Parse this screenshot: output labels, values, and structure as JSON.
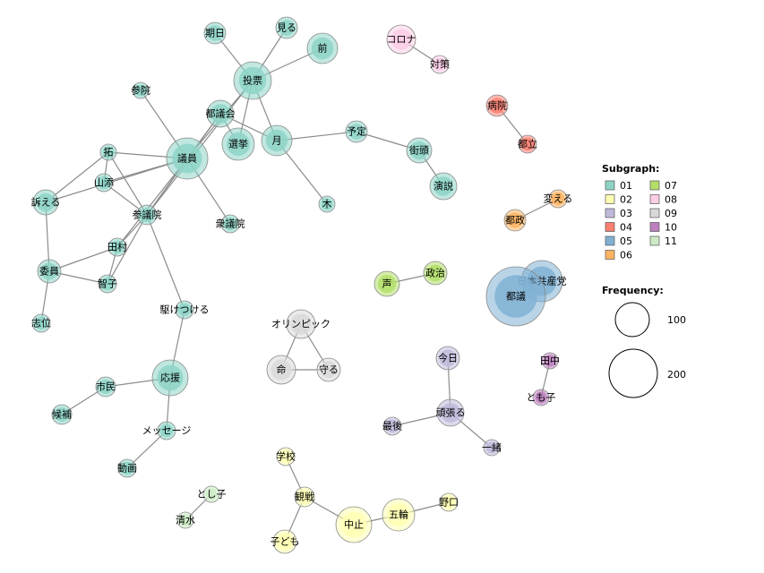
{
  "legend": {
    "subgraph_title": "Subgraph:",
    "frequency_title": "Frequency:",
    "groups": [
      {
        "id": "01",
        "color": "#8dd3c7"
      },
      {
        "id": "02",
        "color": "#ffffb3"
      },
      {
        "id": "03",
        "color": "#bebada"
      },
      {
        "id": "04",
        "color": "#fb8072"
      },
      {
        "id": "05",
        "color": "#80b1d3"
      },
      {
        "id": "06",
        "color": "#fdb462"
      },
      {
        "id": "07",
        "color": "#b3de69"
      },
      {
        "id": "08",
        "color": "#fccde5"
      },
      {
        "id": "09",
        "color": "#d9d9d9"
      },
      {
        "id": "10",
        "color": "#bc80bd"
      },
      {
        "id": "11",
        "color": "#ccebc5"
      }
    ],
    "frequency_samples": [
      "100",
      "200"
    ]
  },
  "nodes": [
    {
      "label": "期日",
      "group": "01"
    },
    {
      "label": "見る",
      "group": "01"
    },
    {
      "label": "前",
      "group": "01"
    },
    {
      "label": "投票",
      "group": "01"
    },
    {
      "label": "参院",
      "group": "01"
    },
    {
      "label": "都議会",
      "group": "01"
    },
    {
      "label": "拓",
      "group": "01"
    },
    {
      "label": "選挙",
      "group": "01"
    },
    {
      "label": "月",
      "group": "01"
    },
    {
      "label": "予定",
      "group": "01"
    },
    {
      "label": "議員",
      "group": "01"
    },
    {
      "label": "街頭",
      "group": "01"
    },
    {
      "label": "山添",
      "group": "01"
    },
    {
      "label": "訴える",
      "group": "01"
    },
    {
      "label": "演説",
      "group": "01"
    },
    {
      "label": "木",
      "group": "01"
    },
    {
      "label": "参議院",
      "group": "01"
    },
    {
      "label": "衆議院",
      "group": "01"
    },
    {
      "label": "田村",
      "group": "01"
    },
    {
      "label": "委員",
      "group": "01"
    },
    {
      "label": "智子",
      "group": "01"
    },
    {
      "label": "志位",
      "group": "01"
    },
    {
      "label": "駆けつける",
      "group": "01"
    },
    {
      "label": "応援",
      "group": "01"
    },
    {
      "label": "市民",
      "group": "01"
    },
    {
      "label": "候補",
      "group": "01"
    },
    {
      "label": "メッセージ",
      "group": "01"
    },
    {
      "label": "動画",
      "group": "01"
    },
    {
      "label": "コロナ",
      "group": "08"
    },
    {
      "label": "対策",
      "group": "08"
    },
    {
      "label": "病院",
      "group": "04"
    },
    {
      "label": "都立",
      "group": "04"
    },
    {
      "label": "変える",
      "group": "06"
    },
    {
      "label": "都政",
      "group": "06"
    },
    {
      "label": "政治",
      "group": "07"
    },
    {
      "label": "声",
      "group": "07"
    },
    {
      "label": "日本共産党",
      "group": "05"
    },
    {
      "label": "都議",
      "group": "05"
    },
    {
      "label": "オリンピック",
      "group": "09"
    },
    {
      "label": "命",
      "group": "09"
    },
    {
      "label": "守る",
      "group": "09"
    },
    {
      "label": "今日",
      "group": "03"
    },
    {
      "label": "頑張る",
      "group": "03"
    },
    {
      "label": "最後",
      "group": "03"
    },
    {
      "label": "一緒",
      "group": "03"
    },
    {
      "label": "田中",
      "group": "10"
    },
    {
      "label": "とも子",
      "group": "10"
    },
    {
      "label": "学校",
      "group": "02"
    },
    {
      "label": "観戦",
      "group": "02"
    },
    {
      "label": "子ども",
      "group": "02"
    },
    {
      "label": "中止",
      "group": "02"
    },
    {
      "label": "五輪",
      "group": "02"
    },
    {
      "label": "野口",
      "group": "02"
    },
    {
      "label": "とし子",
      "group": "11"
    },
    {
      "label": "清水",
      "group": "11"
    }
  ],
  "edges": [
    [
      "期日",
      "投票"
    ],
    [
      "見る",
      "投票"
    ],
    [
      "前",
      "投票"
    ],
    [
      "投票",
      "選挙"
    ],
    [
      "投票",
      "月"
    ],
    [
      "投票",
      "議員"
    ],
    [
      "投票",
      "参議院"
    ],
    [
      "都議会",
      "選挙"
    ],
    [
      "都議会",
      "議員"
    ],
    [
      "都議会",
      "月"
    ],
    [
      "都議会",
      "参議院"
    ],
    [
      "参院",
      "議員"
    ],
    [
      "拓",
      "議員"
    ],
    [
      "拓",
      "山添"
    ],
    [
      "拓",
      "参議院"
    ],
    [
      "拓",
      "訴える"
    ],
    [
      "山添",
      "議員"
    ],
    [
      "山添",
      "参議院"
    ],
    [
      "訴える",
      "議員"
    ],
    [
      "訴える",
      "委員"
    ],
    [
      "月",
      "予定"
    ],
    [
      "月",
      "木"
    ],
    [
      "予定",
      "街頭"
    ],
    [
      "街頭",
      "演説"
    ],
    [
      "議員",
      "参議院"
    ],
    [
      "議員",
      "衆議院"
    ],
    [
      "議員",
      "田村"
    ],
    [
      "参議院",
      "田村"
    ],
    [
      "参議院",
      "智子"
    ],
    [
      "参議院",
      "駆けつける"
    ],
    [
      "田村",
      "委員"
    ],
    [
      "田村",
      "智子"
    ],
    [
      "委員",
      "智子"
    ],
    [
      "委員",
      "志位"
    ],
    [
      "駆けつける",
      "応援"
    ],
    [
      "応援",
      "市民"
    ],
    [
      "応援",
      "メッセージ"
    ],
    [
      "市民",
      "候補"
    ],
    [
      "メッセージ",
      "動画"
    ],
    [
      "コロナ",
      "対策"
    ],
    [
      "病院",
      "都立"
    ],
    [
      "変える",
      "都政"
    ],
    [
      "政治",
      "声"
    ],
    [
      "日本共産党",
      "都議"
    ],
    [
      "オリンピック",
      "命"
    ],
    [
      "オリンピック",
      "守る"
    ],
    [
      "命",
      "守る"
    ],
    [
      "今日",
      "頑張る"
    ],
    [
      "頑張る",
      "最後"
    ],
    [
      "頑張る",
      "一緒"
    ],
    [
      "田中",
      "とも子"
    ],
    [
      "学校",
      "観戦"
    ],
    [
      "観戦",
      "子ども"
    ],
    [
      "観戦",
      "中止"
    ],
    [
      "中止",
      "五輪"
    ],
    [
      "五輪",
      "野口"
    ],
    [
      "とし子",
      "清水"
    ]
  ]
}
